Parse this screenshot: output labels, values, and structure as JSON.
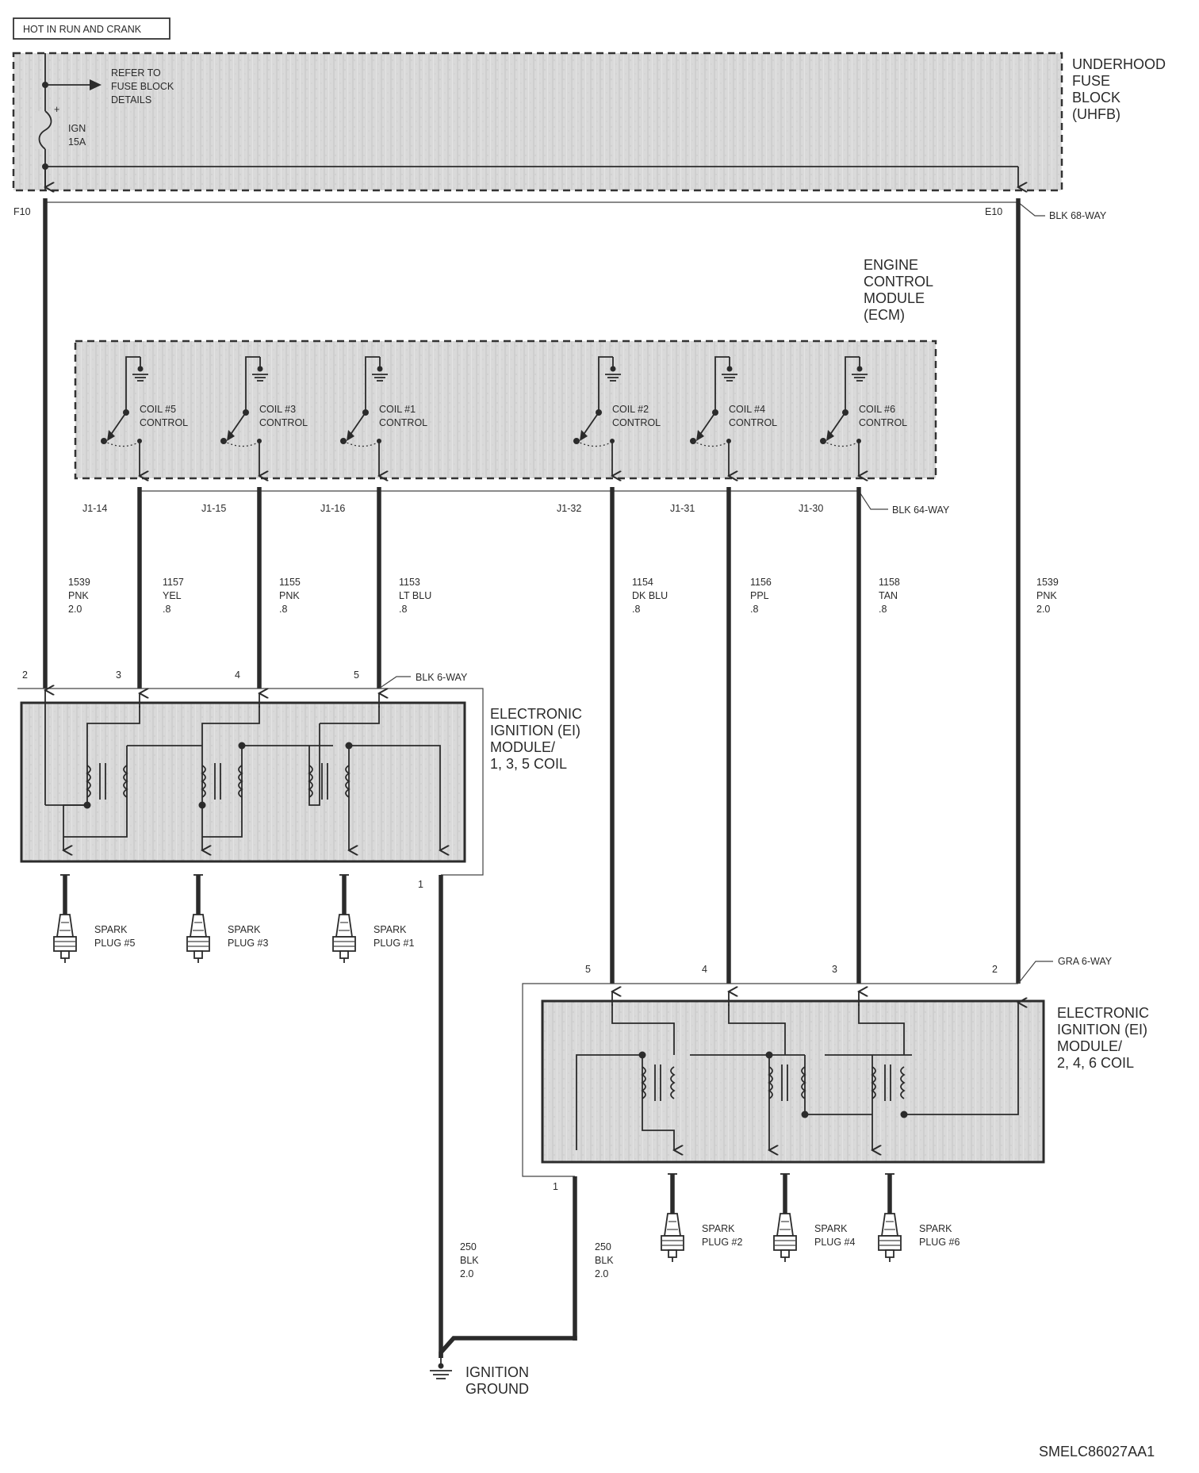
{
  "header_label": "HOT IN RUN AND CRANK",
  "fuse_block": {
    "name_lines": [
      "UNDERHOOD",
      "FUSE",
      "BLOCK",
      "(UHFB)"
    ],
    "refer_lines": [
      "REFER TO",
      "FUSE BLOCK",
      "DETAILS"
    ],
    "fuse_lines": [
      "IGN",
      "15A"
    ],
    "fuse_plus": "+",
    "pin_left": "F10",
    "pin_right": "E10",
    "connector": "BLK 68-WAY"
  },
  "ecm": {
    "name_lines": [
      "ENGINE",
      "CONTROL",
      "MODULE",
      "(ECM)"
    ],
    "connector": "BLK 64-WAY",
    "drivers": [
      {
        "line1": "COIL #5",
        "line2": "CONTROL",
        "pin": "J1-14"
      },
      {
        "line1": "COIL #3",
        "line2": "CONTROL",
        "pin": "J1-15"
      },
      {
        "line1": "COIL #1",
        "line2": "CONTROL",
        "pin": "J1-16"
      },
      {
        "line1": "COIL #2",
        "line2": "CONTROL",
        "pin": "J1-32"
      },
      {
        "line1": "COIL #4",
        "line2": "CONTROL",
        "pin": "J1-31"
      },
      {
        "line1": "COIL #6",
        "line2": "CONTROL",
        "pin": "J1-30"
      }
    ]
  },
  "wires": [
    {
      "circuit": "1539",
      "color": "PNK",
      "gauge": "2.0"
    },
    {
      "circuit": "1157",
      "color": "YEL",
      "gauge": ".8"
    },
    {
      "circuit": "1155",
      "color": "PNK",
      "gauge": ".8"
    },
    {
      "circuit": "1153",
      "color": "LT BLU",
      "gauge": ".8"
    },
    {
      "circuit": "1154",
      "color": "DK BLU",
      "gauge": ".8"
    },
    {
      "circuit": "1156",
      "color": "PPL",
      "gauge": ".8"
    },
    {
      "circuit": "1158",
      "color": "TAN",
      "gauge": ".8"
    },
    {
      "circuit": "1539",
      "color": "PNK",
      "gauge": "2.0"
    },
    {
      "circuit": "250",
      "color": "BLK",
      "gauge": "2.0"
    },
    {
      "circuit": "250",
      "color": "BLK",
      "gauge": "2.0"
    }
  ],
  "ei_module_a": {
    "name_lines": [
      "ELECTRONIC",
      "IGNITION (EI)",
      "MODULE/",
      "1, 3, 5 COIL"
    ],
    "connector": "BLK 6-WAY",
    "pins": [
      "2",
      "3",
      "4",
      "5",
      "1"
    ],
    "plugs": [
      {
        "line1": "SPARK",
        "line2": "PLUG #5"
      },
      {
        "line1": "SPARK",
        "line2": "PLUG #3"
      },
      {
        "line1": "SPARK",
        "line2": "PLUG #1"
      }
    ]
  },
  "ei_module_b": {
    "name_lines": [
      "ELECTRONIC",
      "IGNITION (EI)",
      "MODULE/",
      "2, 4, 6 COIL"
    ],
    "connector": "GRA 6-WAY",
    "pins": [
      "5",
      "4",
      "3",
      "2",
      "1"
    ],
    "plugs": [
      {
        "line1": "SPARK",
        "line2": "PLUG #2"
      },
      {
        "line1": "SPARK",
        "line2": "PLUG #4"
      },
      {
        "line1": "SPARK",
        "line2": "PLUG #6"
      }
    ]
  },
  "ground": {
    "lines": [
      "IGNITION",
      "GROUND"
    ]
  },
  "figure_id": "SMELC86027AA1"
}
